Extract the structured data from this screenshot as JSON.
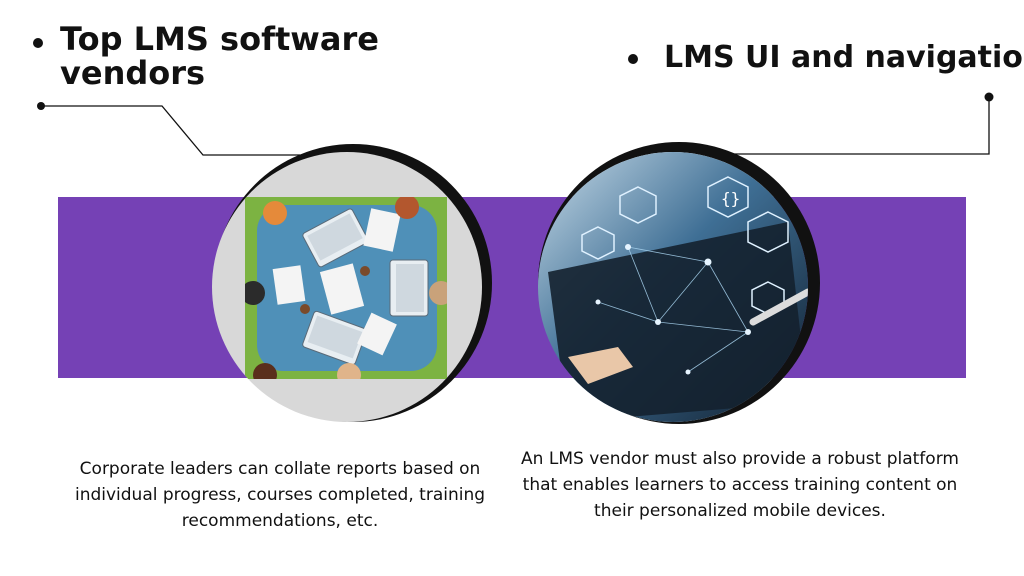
{
  "left": {
    "heading": "Top LMS software vendors",
    "caption": "Corporate leaders can collate reports based on individual progress, courses completed, training recommendations, etc.",
    "image_icon": "team-meeting-laptops-photo"
  },
  "right": {
    "heading": "LMS UI and navigation",
    "caption": "An LMS vendor must also provide a robust platform that enables learners to access training content on their personalized mobile devices.",
    "image_icon": "tablet-network-interface-photo"
  },
  "colors": {
    "band": "#7541b5",
    "text": "#111111",
    "circle_fill": "#d8d8d8",
    "table_green": "#7cb342",
    "table_blue": "#4f90b8",
    "tech_blue": "#1d3d5c"
  }
}
